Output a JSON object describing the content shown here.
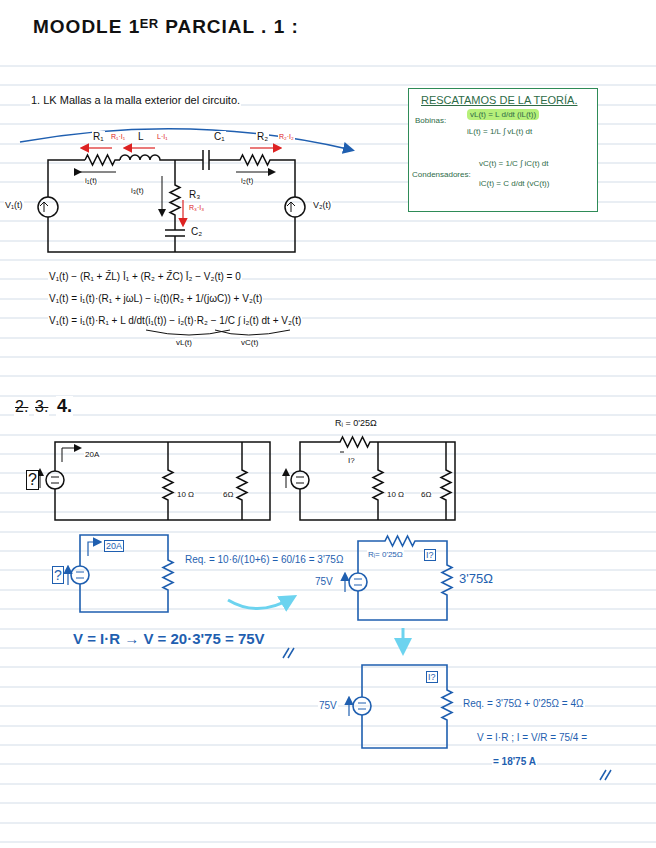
{
  "diagram": {
    "title": "MOODLE 1ᴱᴿ PARCIAL . 1 :",
    "nodes": [
      {
        "text": [
          "RESCATAMOS DE LA TEORÍA.",
          "Bobinas:",
          "vL(t) = L d/dt (iL(t))",
          "iL(t) = 1/L ∫ vL(t) dt",
          "Condensadores:",
          "vC(t) = 1/C ∫ iC(t) dt",
          "iC(t) = C d/dt (vC(t))"
        ]
      }
    ],
    "labels": [
      "1. LK Mallas a la malla exterior del circuito.",
      "R₁",
      "L",
      "C₁",
      "R₂",
      "R₁·I₁",
      "L·I₁",
      "R₂·I₂",
      "i₁(t)",
      "i₂(t)",
      "R₃",
      "R₃·I₃",
      "C₂",
      "V₁(t)",
      "V₂(t)",
      "i₃(t)",
      "V₁(t) − (R₁ + Z̄L) Ī₁ + (R₂ + Z̄C) Ī₂ − V₂(t) = 0",
      "V₁(t) = i₁(t)·(R₁ + jωL) − i₂(t)(R₂ + 1/(jωC)) + V₂(t)",
      "V₁(t) = i₁(t)·R₁ + L d/dt(i₁(t)) − i₂(t)·R₂ − 1/C ∫ i₂(t) dt + V₂(t)",
      "vL(t)",
      "vC(t)",
      "2.",
      "3.",
      "4.",
      "Rᵢ = 0'25Ω",
      "?",
      "20A",
      "10 Ω",
      "6Ω",
      "I?",
      "10 Ω",
      "6Ω",
      "?",
      "20A",
      "Req. = 10·6/(10+6) = 60/16 = 3'75Ω",
      "V = I·R → V = 20·3'75 = 75V",
      "Rᵢ= 0'25Ω",
      "I?",
      "75V",
      "3'75Ω",
      "I?",
      "75V",
      "Req. = 3'75Ω + 0'25Ω = 4Ω",
      "V = I·R ; I = V/R = 75/4 =",
      "= 18'75 A"
    ]
  }
}
